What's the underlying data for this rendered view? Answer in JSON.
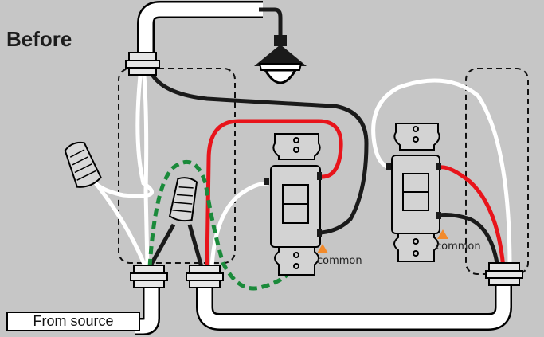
{
  "title": "Before",
  "source_label": "From source",
  "common_label_1": "common",
  "common_label_2": "common",
  "colors": {
    "background": "#c6c6c6",
    "hot_wire": "#e8141b",
    "black_wire": "#1a1a1a",
    "white_wire": "#ffffff",
    "ground_wire": "#1a8a3a",
    "common_marker": "#f28a2b",
    "switch_body": "#d3d3d3"
  },
  "icons": [
    "ceiling-light-icon",
    "wire-nut-icon",
    "switch-icon",
    "cable-clamp-icon",
    "triangle-marker-icon"
  ]
}
